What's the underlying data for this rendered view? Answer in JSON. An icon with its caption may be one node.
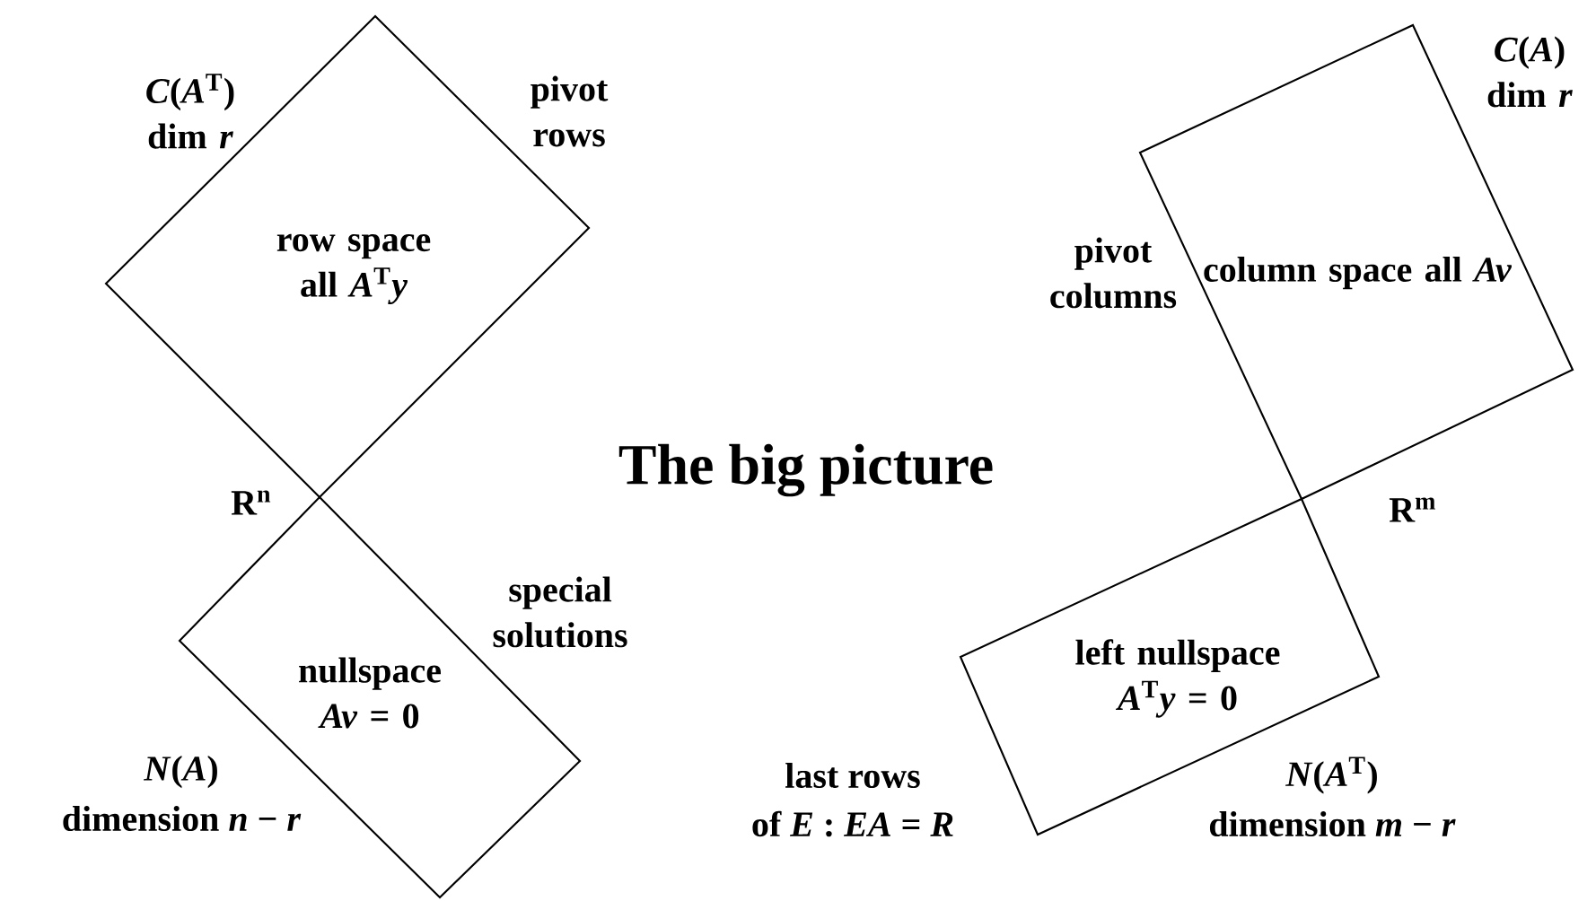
{
  "diagram": {
    "title": "The big picture",
    "nodes": [
      {
        "text": [
          "row space all *A*$^{T}$*y*"
        ],
        "beside": [
          "*C*(*A*$^{T}$) dim *r*",
          "pivot rows"
        ]
      },
      {
        "text": [
          "nullspace *Av* = 0"
        ],
        "beside": [
          "special solutions",
          "*N*(*A*)",
          "dimension *n* − *r*"
        ]
      },
      {
        "text": [
          "column space all *Av*"
        ],
        "beside": [
          "pivot columns",
          "*C*(*A*) dim *r*"
        ]
      },
      {
        "text": [
          "left nullspace *A*$^{T}$*y* = 0"
        ],
        "beside": [
          "last rows",
          "of *E* : *EA* = *R*",
          "*N*(*A*$^{T}$)",
          "dimension *m* − *r*"
        ]
      }
    ],
    "labels": [
      "R$^{n}$",
      "R$^{m}$"
    ]
  }
}
